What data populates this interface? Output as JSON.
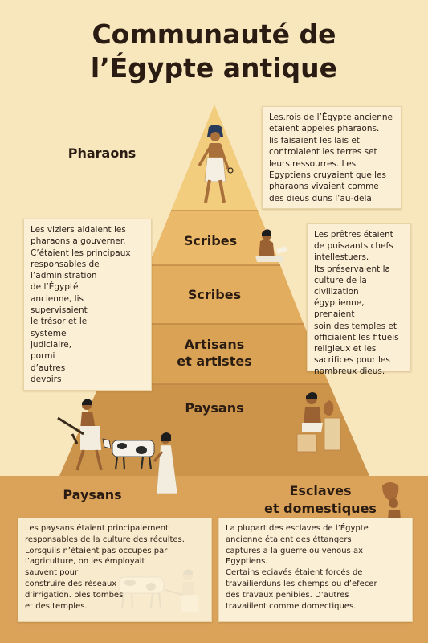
{
  "title": {
    "line1": "Communauté de",
    "line2": "l’Égypte antique"
  },
  "tiers": {
    "pharaons": "Pharaons",
    "scribes_upper": "Scribes",
    "scribes": "Scribes",
    "artisans_line1": "Artisans",
    "artisans_line2": "et artistes",
    "paysans_pyramid": "Paysans",
    "paysans_base": "Paysans",
    "esclaves_line1": "Esclaves",
    "esclaves_line2": "et domestiques"
  },
  "descriptions": {
    "pharaons": "Les.rois de l’Égypte ancienne\netaient appeles pharaons.\nlis faisaient les lais et\ncontrolalent les terres set\nleurs ressourres. Les\nEgyptiens cruyaient que les\npharaons vivaient comme\ndes dieus duns l’au-dela.",
    "vizirs": "Les viziers aidaient les\npharaons a gouverner.\nC’étaient les principaux\nresponsables de\nl’administration\nde l’Égypté\nancienne, lis\nsupervisaient\nle trésor et le\nsysteme\njudiciaire,\npormi\nd’autres\ndevoirs",
    "pretres": "Les prêtres étaient\nde puisaants chefs\nintellestuers.\nIts préservaient la\nculture de la\ncivilization\négyptienne, prenaient\nsoin des temples et\nofficiaient les fitueis\nreligieux et les\nsacrifices pour les\nnombreux dieus.",
    "paysans": "Les paysans étaient principalernent\nresponsables de la culture des récultes.\nLorsquils n’étaient pas occupes par\nl’agriculture, on les émployait\nsauvent pour\nconstruire des réseaux\nd’irrigation. ples tombes\net des temples.",
    "esclaves": "La plupart des esclaves de l’Égypte\nancienne étaient des éttangers\ncaptures a la guerre ou venous ax\nEgyptiens.\nCertains eciavés étaient forcés de\ntravailierduns les chemps ou d’efecer\ndes travaux penibies. D’autres\ntravaiilent comme domectiques."
  },
  "icons": {
    "pharaoh": "pharaoh-figure",
    "scribe": "scribe-figure",
    "artisan": "artisan-figure",
    "farmer": "farmer-figure",
    "potter": "potter-figure",
    "cow": "cow-figure",
    "servant": "servant-figure"
  },
  "colors": {
    "background": "#f8e6bd",
    "tier_top": "#f2cd7e",
    "tier_mid": "#e4b061",
    "tier_low": "#c9924c",
    "base_band": "#dca75d",
    "ink": "#2a1c12"
  }
}
